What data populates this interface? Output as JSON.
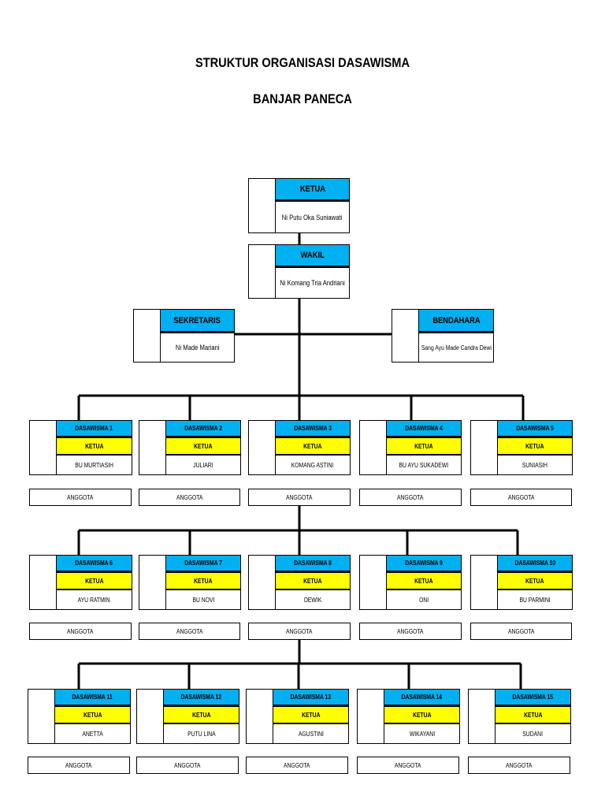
{
  "title": {
    "line1": "STRUKTUR ORGANISASI DASAWISMA",
    "line2": "BANJAR PANECA"
  },
  "leaders": {
    "ketua": {
      "role": "KETUA",
      "name": "Ni Putu Oka Suniawati"
    },
    "wakil": {
      "role": "WAKIL",
      "name": "Ni Komang Tria Andriani"
    },
    "sekretaris": {
      "role": "SEKRETARIS",
      "name": "Ni Made Mariani"
    },
    "bendahara": {
      "role": "BENDAHARA",
      "name": "Sang Ayu Made Candra Dewi"
    }
  },
  "groups": [
    {
      "name": "DASAWISMA 1",
      "role": "KETUA",
      "leader": "BU MURTIASIH",
      "member_label": "ANGGOTA"
    },
    {
      "name": "DASAWISMA 2",
      "role": "KETUA",
      "leader": "JULIARI",
      "member_label": "ANGGOTA"
    },
    {
      "name": "DASAWISMA 3",
      "role": "KETUA",
      "leader": "KOMANG ASTINI",
      "member_label": "ANGGOTA"
    },
    {
      "name": "DASAWISMA 4",
      "role": "KETUA",
      "leader": "BU AYU SUKADEWI",
      "member_label": "ANGGOTA"
    },
    {
      "name": "DASAWISMA 5",
      "role": "KETUA",
      "leader": "SUNIASIH",
      "member_label": "ANGGOTA"
    },
    {
      "name": "DASAWISMA 6",
      "role": "KETUA",
      "leader": "AYU RATMIN",
      "member_label": "ANGGOTA"
    },
    {
      "name": "DASAWISMA 7",
      "role": "KETUA",
      "leader": "BU NOVI",
      "member_label": "ANGGOTA"
    },
    {
      "name": "DASAWISMA 8",
      "role": "KETUA",
      "leader": "DEWIK",
      "member_label": "ANGGOTA"
    },
    {
      "name": "DASAWISMA 9",
      "role": "KETUA",
      "leader": "ONI",
      "member_label": "ANGGOTA"
    },
    {
      "name": "DASAWISMA 10",
      "role": "KETUA",
      "leader": "BU PARMINI",
      "member_label": "ANGGOTA"
    },
    {
      "name": "DASAWISMA 11",
      "role": "KETUA",
      "leader": "ANETTA",
      "member_label": "ANGGOTA"
    },
    {
      "name": "DASAWISMA 12",
      "role": "KETUA",
      "leader": "PUTU LINA",
      "member_label": "ANGGOTA"
    },
    {
      "name": "DASAWISMA 13",
      "role": "KETUA",
      "leader": "AGUSTINI",
      "member_label": "ANGGOTA"
    },
    {
      "name": "DASAWISMA 14",
      "role": "KETUA",
      "leader": "WIKAYANI",
      "member_label": "ANGGOTA"
    },
    {
      "name": "DASAWISMA 15",
      "role": "KETUA",
      "leader": "SUDANI",
      "member_label": "ANGGOTA"
    }
  ]
}
